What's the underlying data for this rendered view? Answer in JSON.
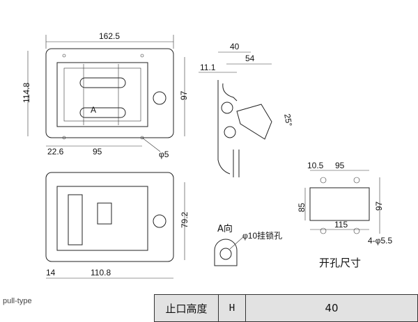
{
  "caption": "pull-type",
  "front_view": {
    "width": "162.5",
    "height": "114.8",
    "inner_height": "97",
    "offset": "22.6",
    "hole_spacing": "95",
    "hole_dia": "φ5",
    "view_marker": "A"
  },
  "side_view": {
    "dim_a": "40",
    "dim_b": "54",
    "dim_c": "11.1",
    "angle": "25°"
  },
  "rear_view": {
    "height": "79.2",
    "width": "110.8",
    "offset": "14"
  },
  "a_view": {
    "title": "A向",
    "lock_hole": "φ10挂锁孔"
  },
  "cutout": {
    "dim_left": "10.5",
    "dim_top": "95",
    "height": "85",
    "outer_height": "97",
    "width": "115",
    "holes": "4-φ5.5",
    "title": "开孔尺寸"
  },
  "spec_table": {
    "label": "止口高度",
    "symbol": "H",
    "value": "40"
  }
}
